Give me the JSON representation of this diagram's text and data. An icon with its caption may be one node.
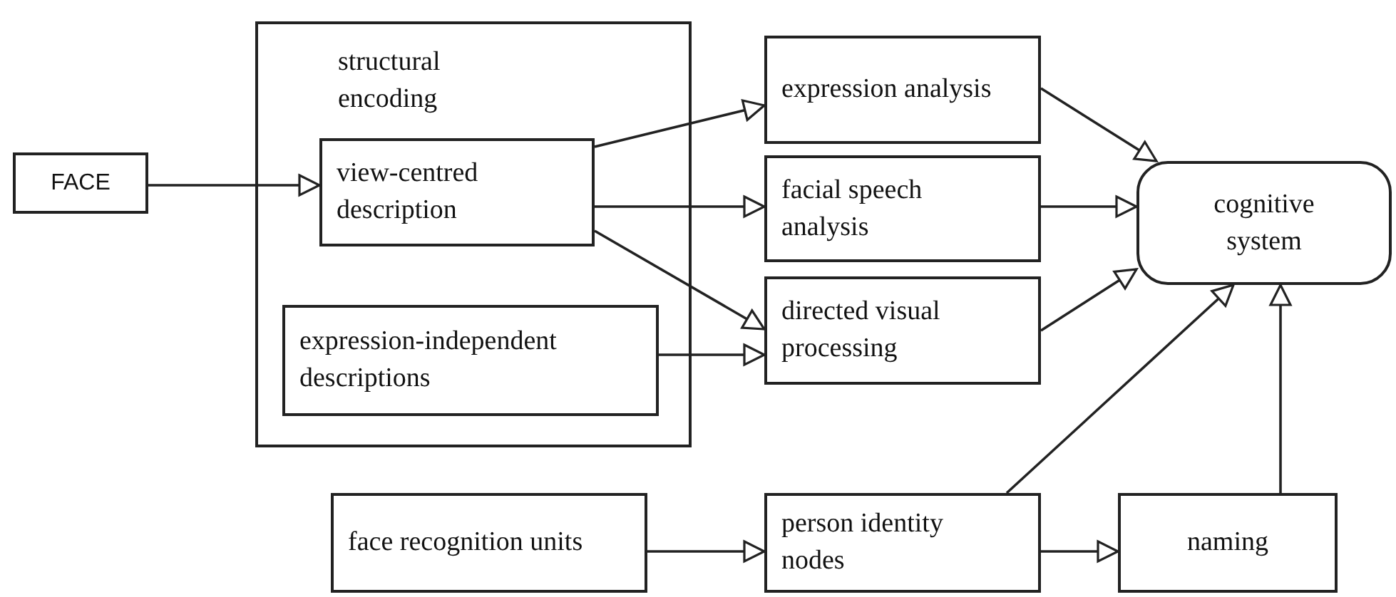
{
  "diagram": {
    "nodes": [
      {
        "text": [
          "FACE"
        ]
      },
      {
        "text": [
          "structural encoding"
        ]
      },
      {
        "text": [
          "view-centred description"
        ],
        "in": 1
      },
      {
        "text": [
          "expression-independent descriptions"
        ],
        "in": 1
      },
      {
        "text": [
          "expression analysis"
        ]
      },
      {
        "text": [
          "facial speech analysis"
        ]
      },
      {
        "text": [
          "directed visual processing"
        ]
      },
      {
        "text": [
          "cognitive system"
        ]
      },
      {
        "text": [
          "face recognition units"
        ]
      },
      {
        "text": [
          "person identity nodes"
        ]
      },
      {
        "text": [
          "naming"
        ]
      }
    ],
    "edges": [
      {
        "from": 0,
        "to": 2,
        "arrow": "to"
      },
      {
        "from": 2,
        "to": 4,
        "arrow": "to"
      },
      {
        "from": 2,
        "to": 5,
        "arrow": "to"
      },
      {
        "from": 2,
        "to": 6,
        "arrow": "to"
      },
      {
        "from": 3,
        "to": 6,
        "arrow": "to"
      },
      {
        "from": 4,
        "to": 7,
        "arrow": "to"
      },
      {
        "from": 5,
        "to": 7,
        "arrow": "to"
      },
      {
        "from": 6,
        "to": 7,
        "arrow": "to"
      },
      {
        "from": 8,
        "to": 9,
        "arrow": "to"
      },
      {
        "from": 9,
        "to": 7,
        "arrow": "to"
      },
      {
        "from": 9,
        "to": 10,
        "arrow": "to"
      },
      {
        "from": 10,
        "to": 7,
        "arrow": "to"
      }
    ]
  }
}
